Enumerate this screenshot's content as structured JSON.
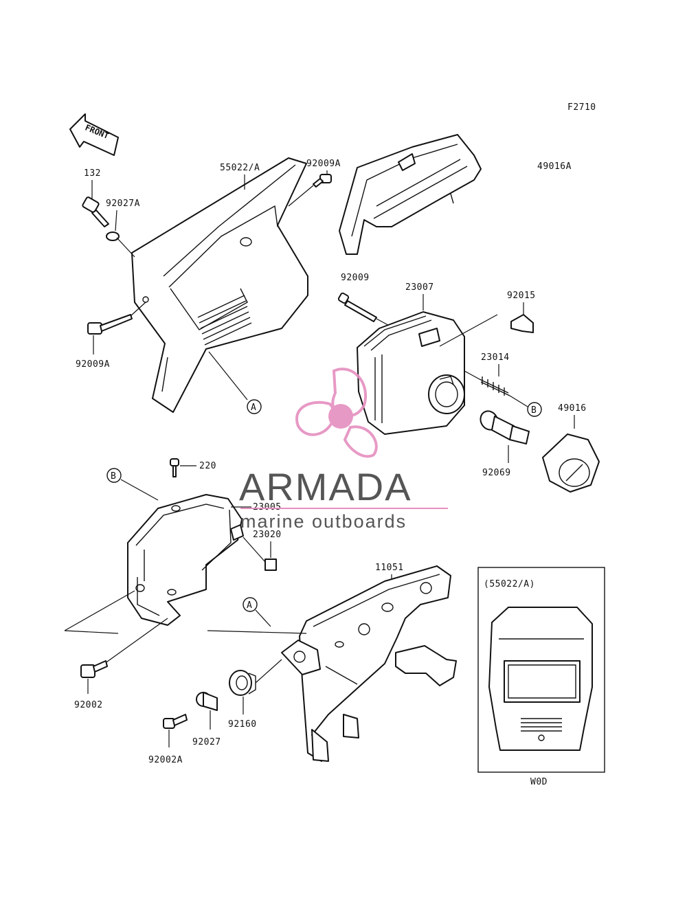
{
  "figure_code": "F2710",
  "front_label": "FRONT",
  "callouts": {
    "a": "A",
    "b": "B"
  },
  "parts": {
    "p132": "132",
    "p92027A": "92027A",
    "p55022A": "55022/A",
    "p92009A_top": "92009A",
    "p49016A": "49016A",
    "p92009A_bottom": "92009A",
    "p92009": "92009",
    "p23007": "23007",
    "p92015": "92015",
    "p23014": "23014",
    "p49016": "49016",
    "p92069": "92069",
    "p220": "220",
    "p23005": "23005",
    "p23020": "23020",
    "p11051": "11051",
    "p92002": "92002",
    "p92160": "92160",
    "p92027": "92027",
    "p92002A": "92002A"
  },
  "inset": {
    "title": "(55022/A)",
    "caption": "W0D"
  },
  "watermark": {
    "brand": "ARMADA",
    "tagline": "marine outboards",
    "brand_color": "#555555",
    "accent_color": "#e58fbf"
  }
}
